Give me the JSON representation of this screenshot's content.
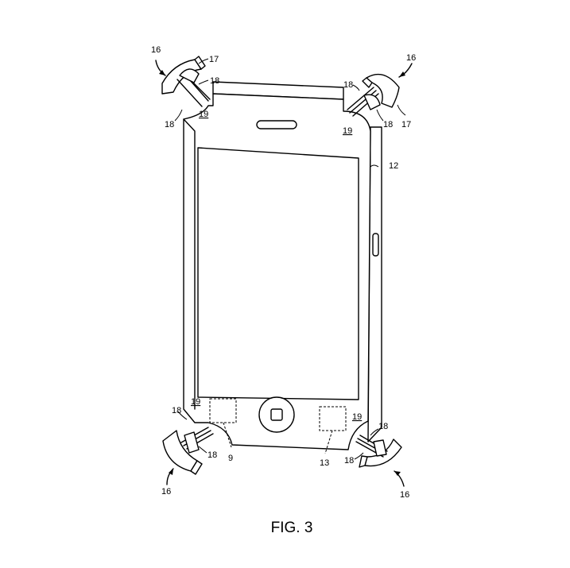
{
  "caption": "FIG. 3",
  "labels": {
    "bumper_assembly": "16",
    "bumper_pad": "17",
    "fastener": "18",
    "corner_region": "19",
    "housing": "12",
    "sensor_left": "9",
    "sensor_right": "13"
  }
}
